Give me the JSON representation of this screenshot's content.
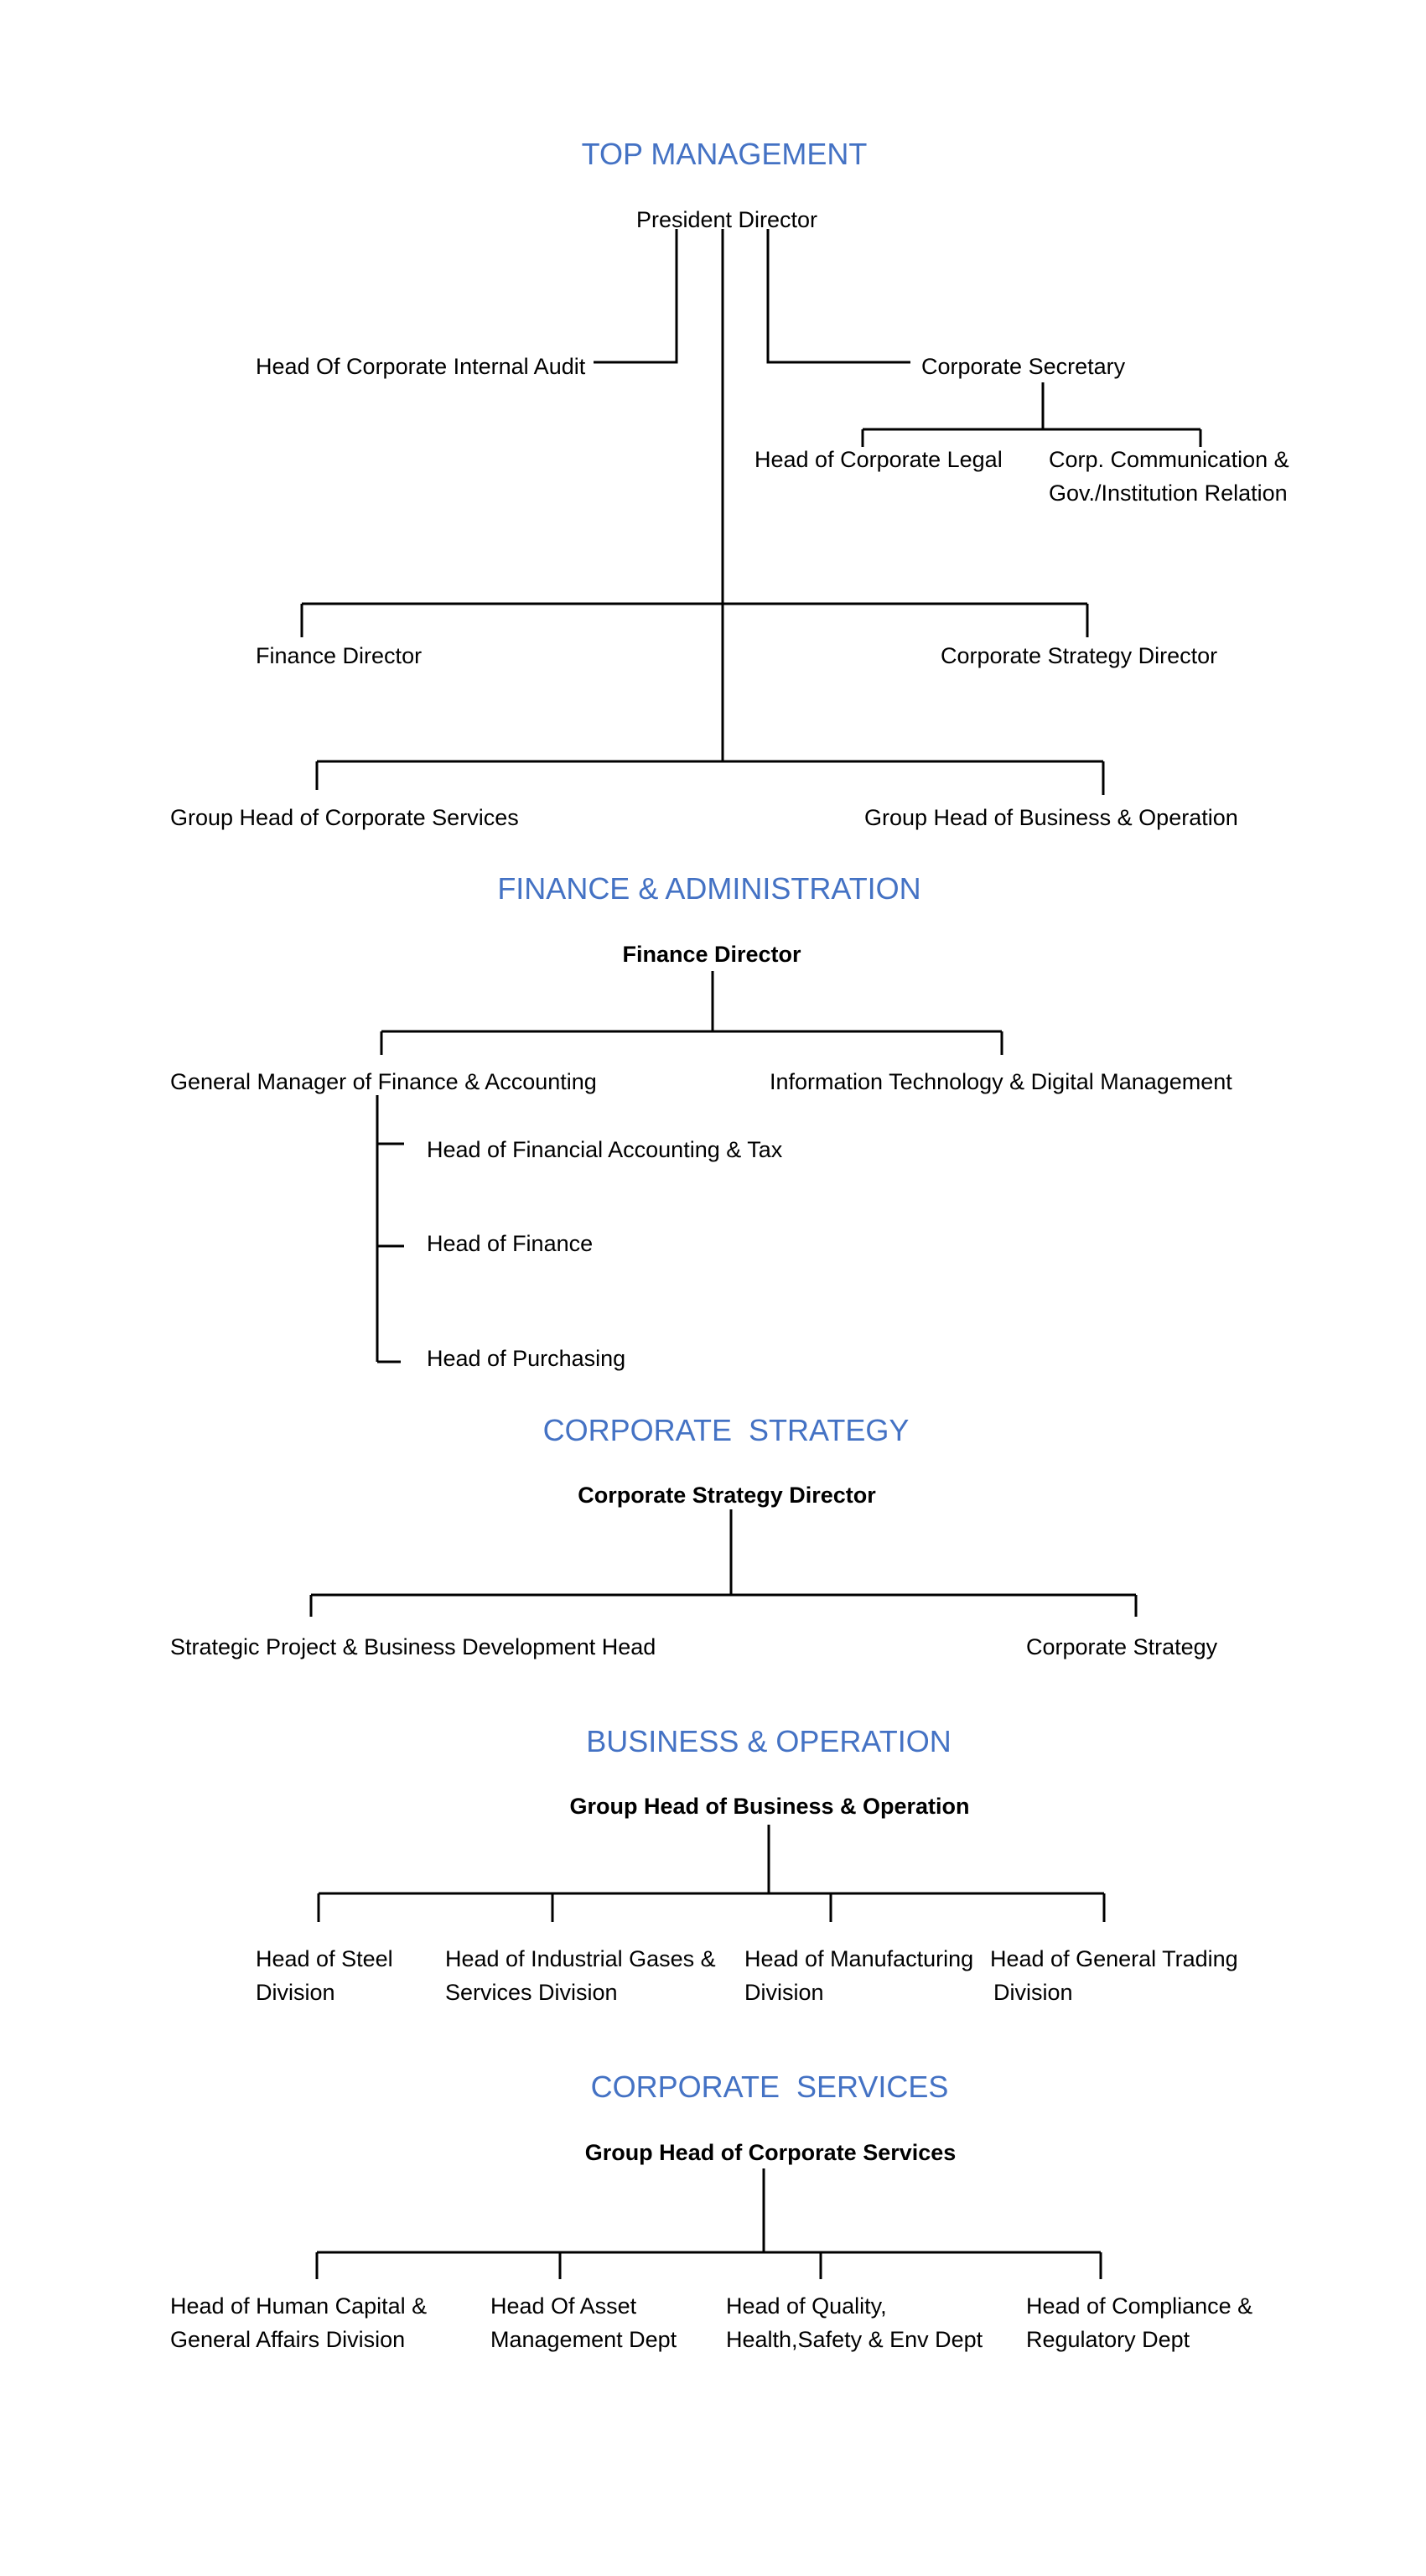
{
  "colors": {
    "section_heading": "#4472C4",
    "text": "#000000",
    "line": "#000000"
  },
  "top_management": {
    "heading": "TOP MANAGEMENT",
    "president_director": "President Director",
    "internal_audit": "Head Of Corporate Internal Audit",
    "corporate_secretary": "Corporate Secretary",
    "corporate_legal": "Head of Corporate Legal",
    "corp_communication_line1": "Corp. Communication &",
    "corp_communication_line2": "Gov./Institution Relation",
    "finance_director": "Finance Director",
    "corporate_strategy_director": "Corporate Strategy Director",
    "group_head_corporate_services": "Group Head of Corporate Services",
    "group_head_business_operation": "Group Head of Business & Operation"
  },
  "finance_administration": {
    "heading": "FINANCE & ADMINISTRATION",
    "root": "Finance Director",
    "gm_finance_accounting": "General Manager of Finance & Accounting",
    "it_digital": "Information Technology & Digital Management",
    "financial_accounting_tax": "Head of Financial Accounting & Tax",
    "head_finance": "Head of Finance",
    "head_purchasing": "Head of Purchasing"
  },
  "corporate_strategy": {
    "heading": "CORPORATE  STRATEGY",
    "root": "Corporate Strategy Director",
    "strategic_project": "Strategic Project & Business Development Head",
    "corporate_strategy": "Corporate Strategy"
  },
  "business_operation": {
    "heading": "BUSINESS & OPERATION",
    "root": "Group Head of Business & Operation",
    "steel_line1": "Head of Steel",
    "steel_line2": "Division",
    "industrial_gases_line1": "Head of Industrial Gases &",
    "industrial_gases_line2": "Services Division",
    "manufacturing_line1": "Head of Manufacturing",
    "manufacturing_line2": "Division",
    "general_trading_line1": "Head of General Trading",
    "general_trading_line2": "Division"
  },
  "corporate_services": {
    "heading": "CORPORATE  SERVICES",
    "root": "Group Head of Corporate Services",
    "human_capital_line1": "Head of Human Capital &",
    "human_capital_line2": "General Affairs Division",
    "asset_mgmt_line1": "Head Of Asset",
    "asset_mgmt_line2": "Management Dept",
    "quality_line1": "Head of Quality,",
    "quality_line2": "Health,Safety & Env Dept",
    "compliance_line1": "Head of Compliance &",
    "compliance_line2": "Regulatory Dept"
  }
}
